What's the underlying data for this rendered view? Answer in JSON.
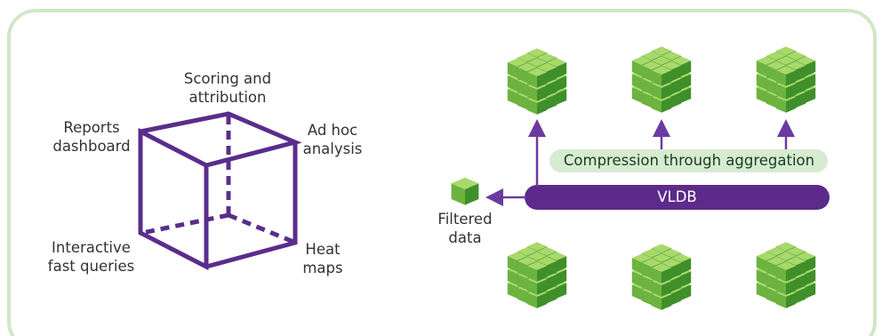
{
  "palette": {
    "frame": "#cfe8c8",
    "cube_outline": "#5a2d8c",
    "arrow": "#6b3aa0",
    "vldb_bar": "#5c2a8a",
    "compression_pill": "#d6ecd1",
    "block_top": "#a8d96b",
    "block_left": "#6cb33f",
    "block_right": "#3f8f2a"
  },
  "left_cube": {
    "labels": {
      "scoring": "Scoring and\nattribution",
      "reports": "Reports\ndashboard",
      "adhoc": "Ad hoc\nanalysis",
      "interactive": "Interactive\nfast queries",
      "heat": "Heat\nmaps"
    }
  },
  "right_flow": {
    "vldb_label": "VLDB",
    "compression_label": "Compression through aggregation",
    "filtered_label": "Filtered\ndata",
    "top_cubes_icon": "olap-cube-icon",
    "bottom_cubes_icon": "olap-cube-icon"
  }
}
